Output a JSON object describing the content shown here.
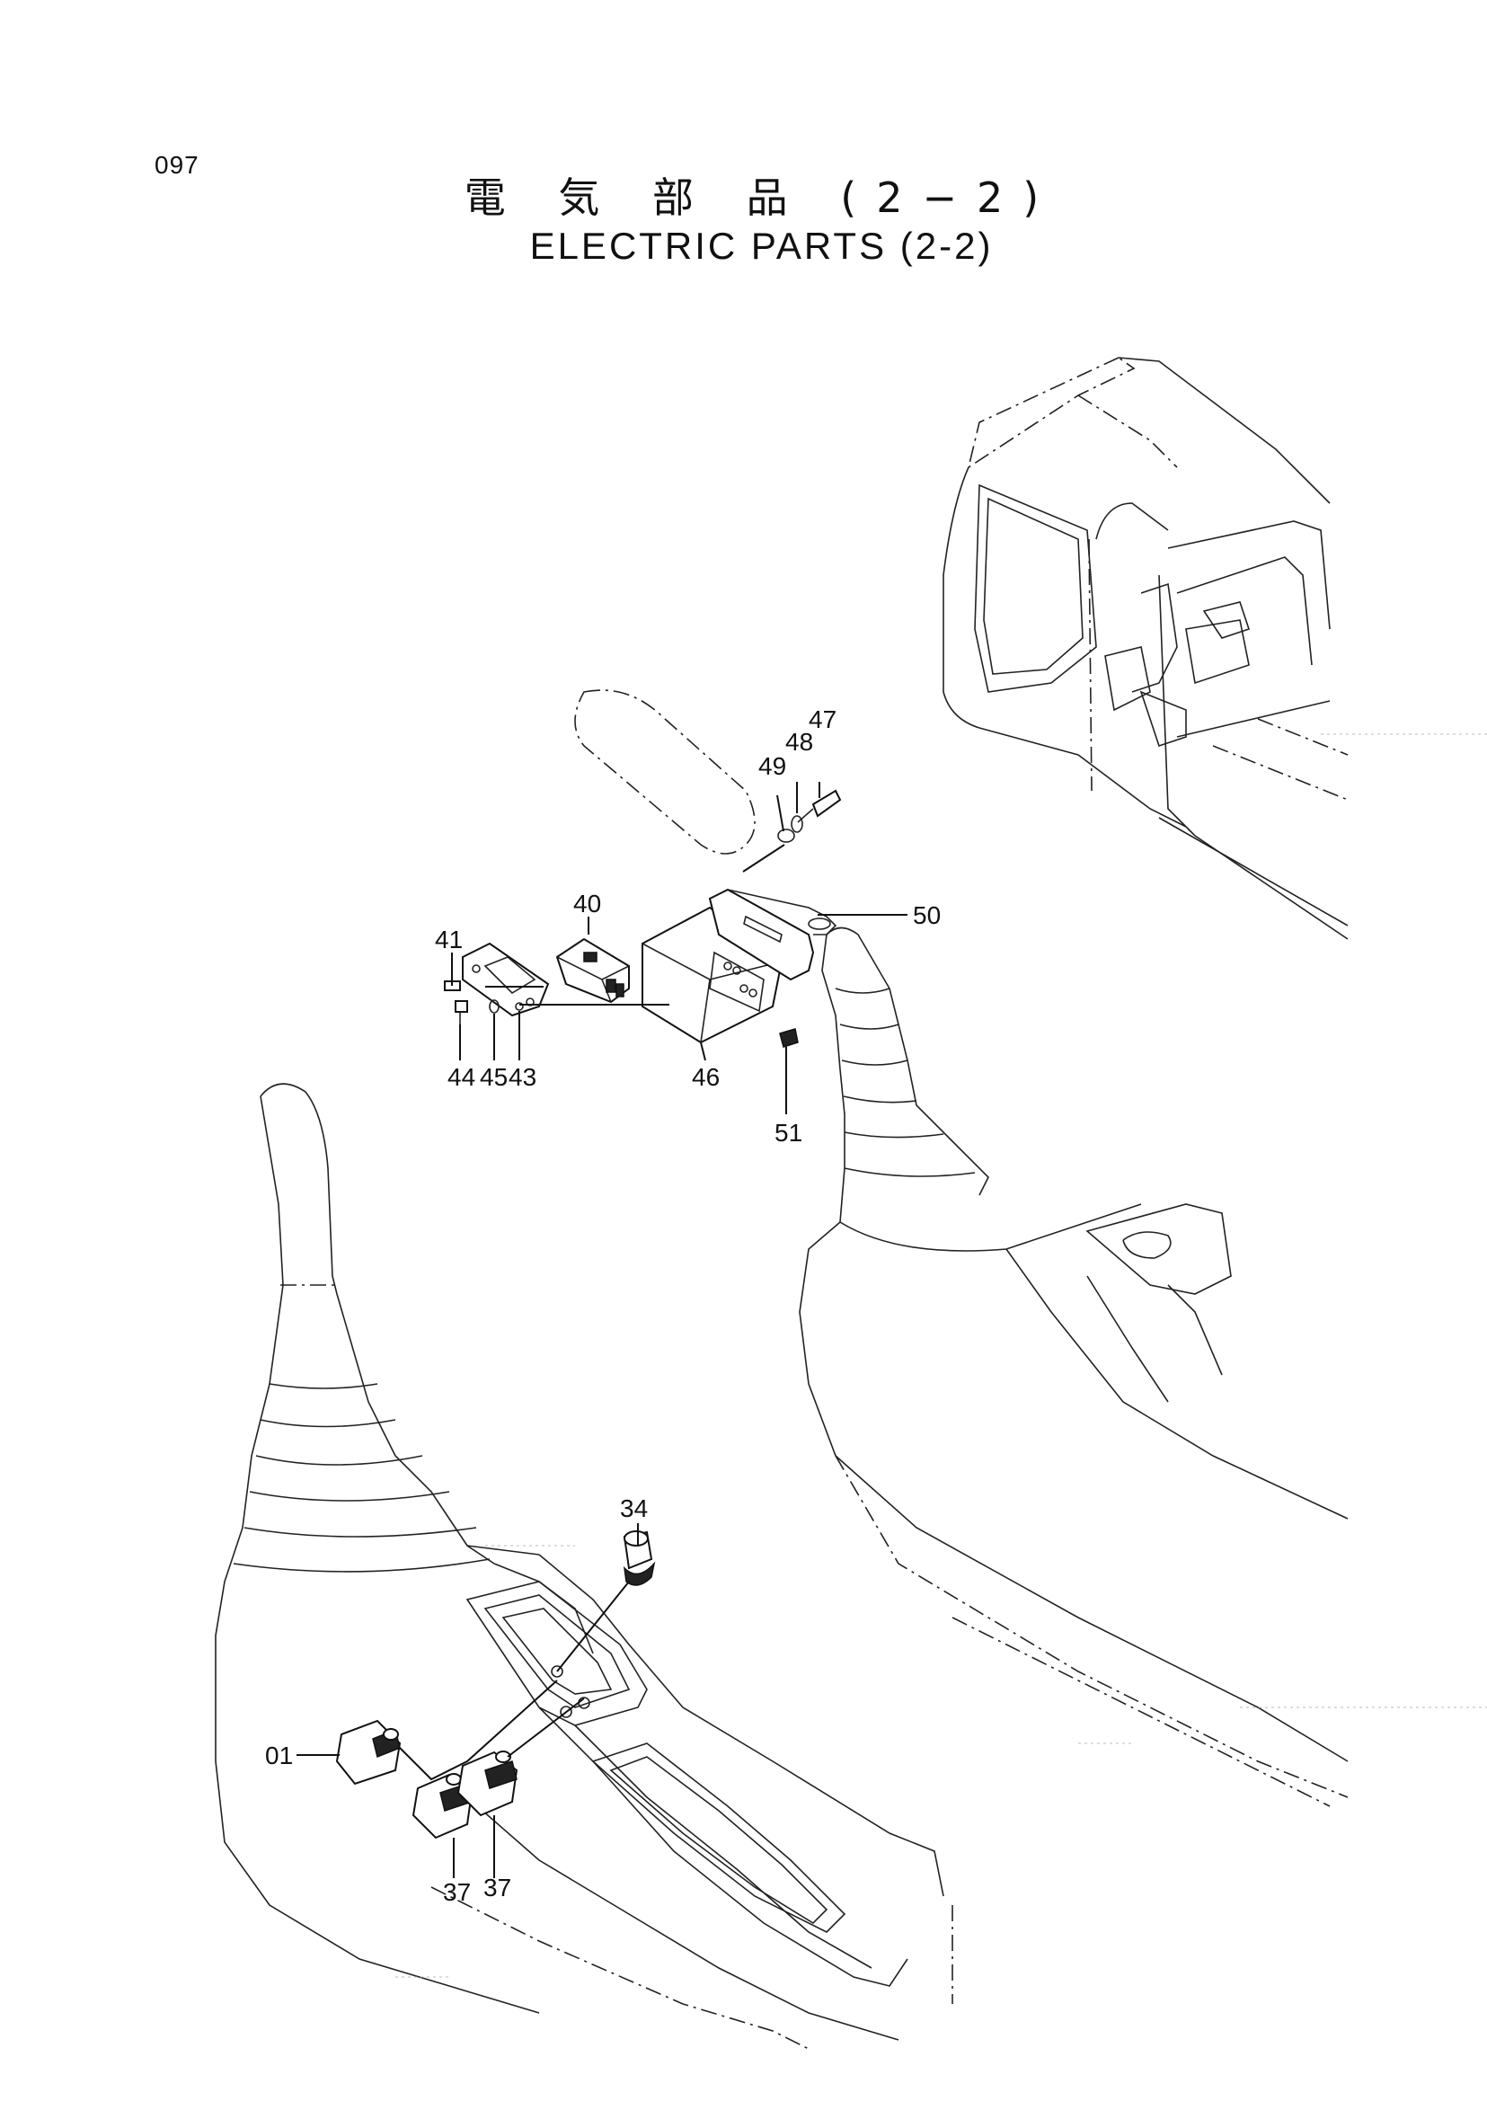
{
  "page": {
    "number": "097"
  },
  "title": {
    "japanese": "電 気 部 品 (2−2)",
    "english": "ELECTRIC PARTS (2-2)"
  },
  "callouts": {
    "c01": "01",
    "c34": "34",
    "c37a": "37",
    "c37b": "37",
    "c40": "40",
    "c41": "41",
    "c43": "43",
    "c44": "44",
    "c45": "45",
    "c46": "46",
    "c47": "47",
    "c48": "48",
    "c49": "49",
    "c50": "50",
    "c51": "51"
  }
}
